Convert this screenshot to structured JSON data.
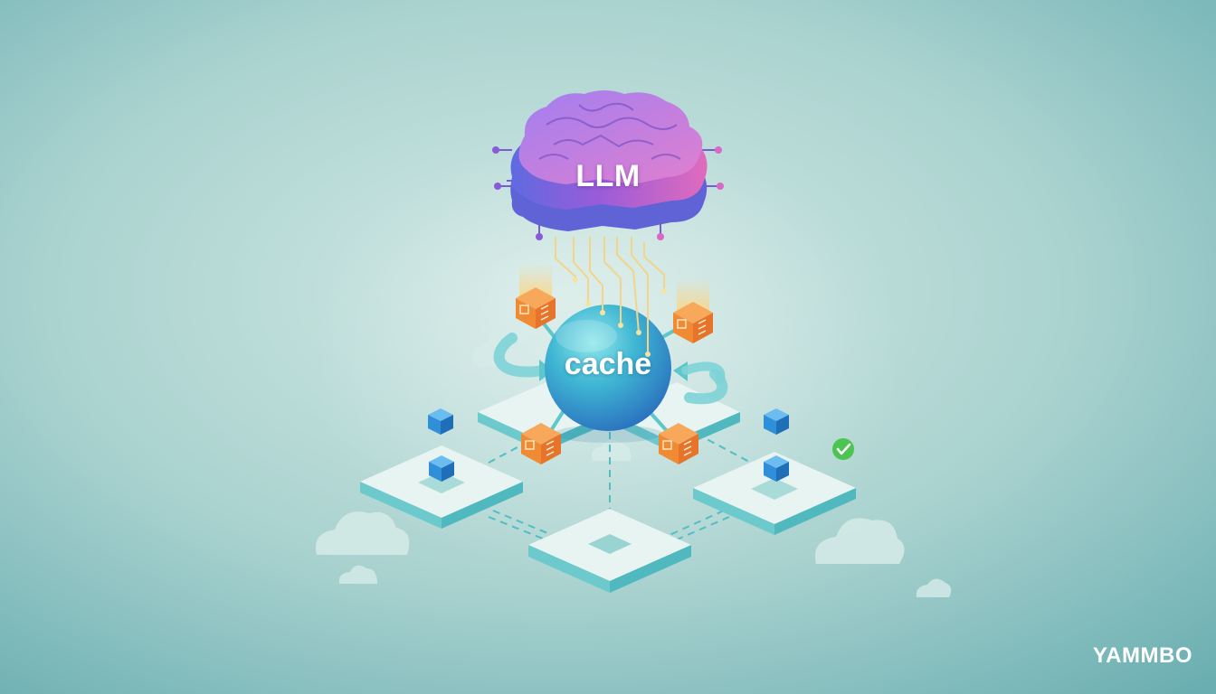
{
  "diagram": {
    "llm_label": "LLM",
    "cache_label": "cache",
    "brand": "YAMMBO"
  },
  "colors": {
    "background_center": "#cfe6e3",
    "background_edge": "#6fb2b4",
    "brain_purple": "#8a5ad8",
    "brain_pink": "#d868c6",
    "brain_blue": "#6a6ee0",
    "cache_sphere": "#38a9cf",
    "platform_top": "#e6f3f1",
    "platform_side": "#5cc4c8",
    "orange_box": "#f08a33",
    "blue_cube": "#2e8fd6",
    "check_green": "#4cc452",
    "golden_wires": "#f3d58a"
  },
  "icons": [
    "brain-icon",
    "orange-data-box-icon",
    "blue-cube-icon",
    "check-icon",
    "cloud-icon",
    "curved-arrow-icon"
  ]
}
